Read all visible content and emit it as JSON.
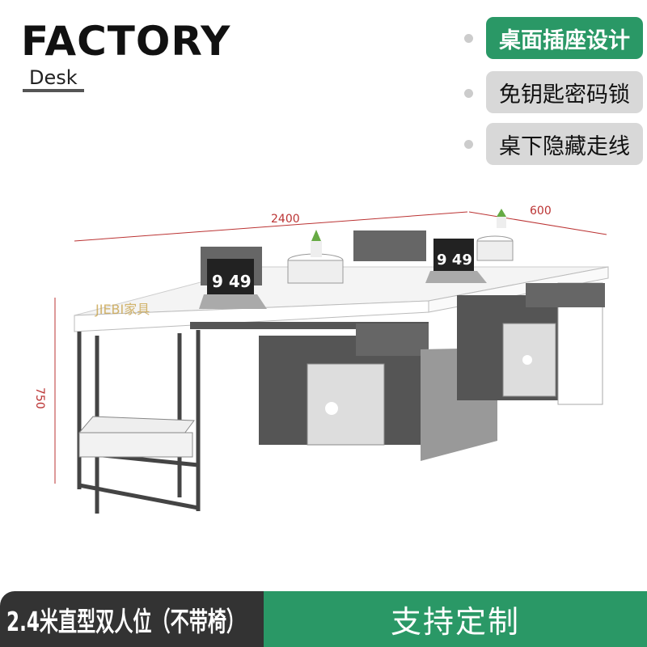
{
  "header": {
    "title": "FACTORY",
    "subtitle": "Desk"
  },
  "features": [
    {
      "label": "桌面插座设计",
      "active": true
    },
    {
      "label": "免钥匙密码锁",
      "active": false
    },
    {
      "label": "桌下隐藏走线",
      "active": false
    }
  ],
  "product": {
    "dimensions": {
      "length": "2400",
      "depth": "600",
      "height": "750"
    },
    "watermark": "JIEBI家具",
    "laptop_screen": "9 49"
  },
  "footer": {
    "model": "2.4米直型双人位（不带椅）",
    "custom": "支持定制"
  },
  "colors": {
    "accent": "#2a9866",
    "dark": "#333333",
    "chip": "#d8d8d8"
  }
}
